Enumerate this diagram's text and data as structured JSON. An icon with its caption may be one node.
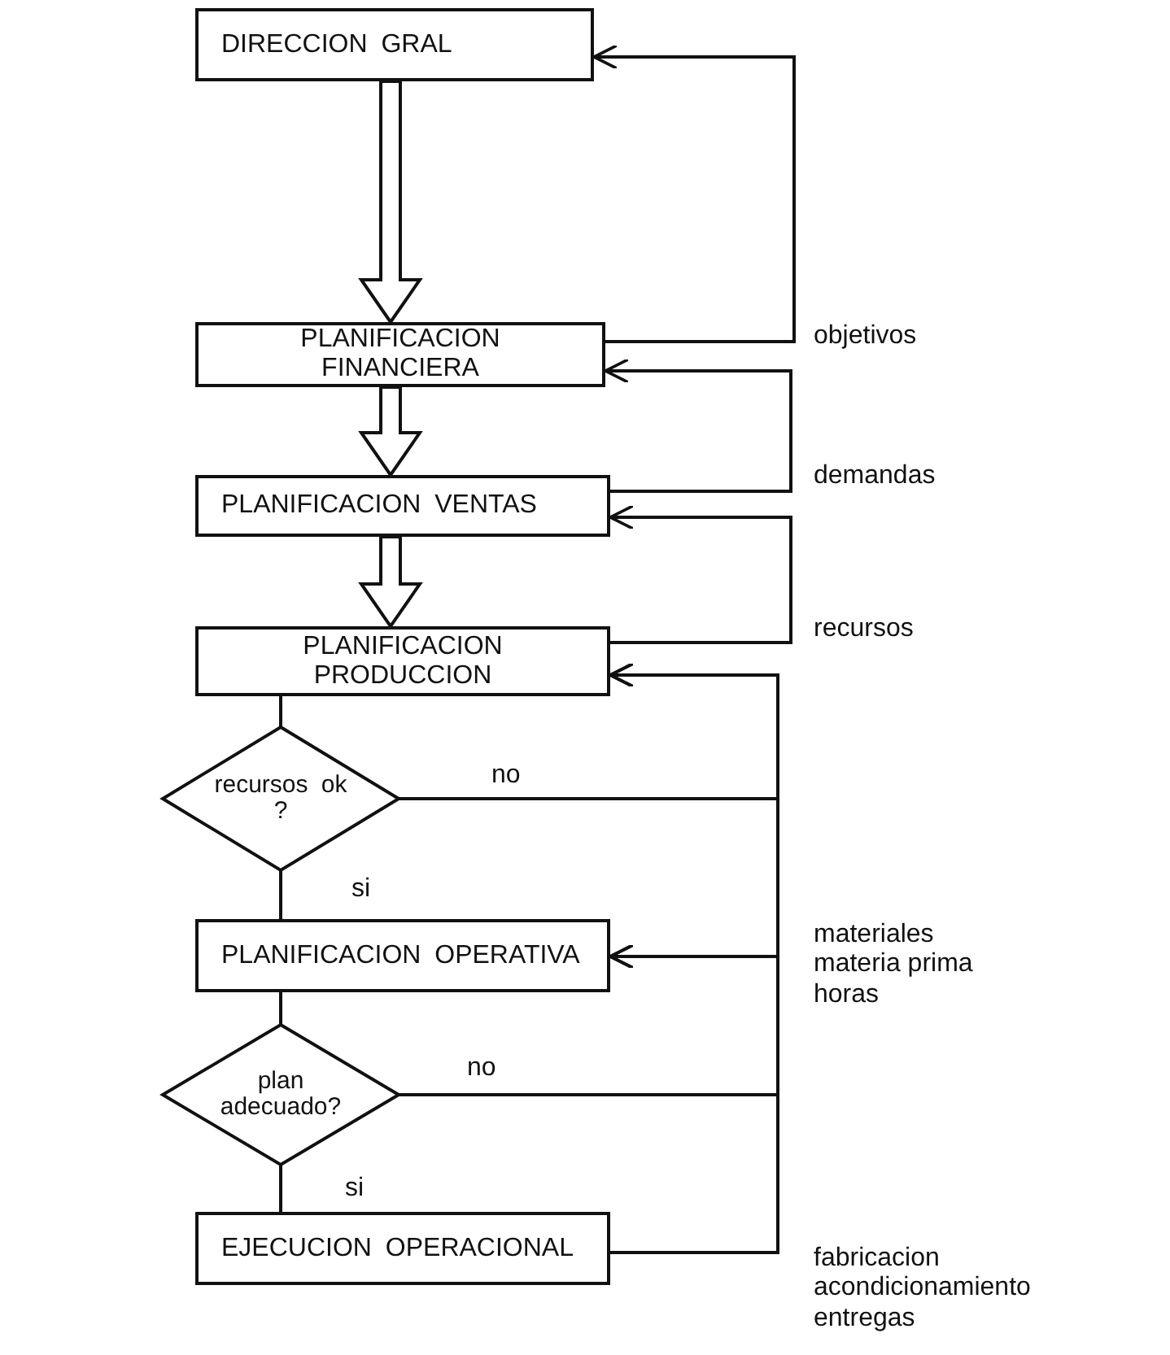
{
  "diagram": {
    "nodes": [
      {
        "text": [
          "DIRECCION GRAL"
        ]
      },
      {
        "text": [
          "PLANIFICACION FINANCIERA"
        ]
      },
      {
        "text": [
          "PLANIFICACION VENTAS"
        ]
      },
      {
        "text": [
          "PLANIFICACION PRODUCCION"
        ]
      },
      {
        "text": [
          "recursos ok ?"
        ]
      },
      {
        "text": [
          "PLANIFICACION OPERATIVA"
        ]
      },
      {
        "text": [
          "plan adecuado?"
        ]
      },
      {
        "text": [
          "EJECUCION OPERACIONAL"
        ]
      }
    ],
    "edges": [
      {
        "from": 0,
        "to": 1,
        "arrow": "to",
        "style": "thick"
      },
      {
        "from": 1,
        "to": 2,
        "arrow": "to",
        "style": "thick"
      },
      {
        "from": 2,
        "to": 3,
        "arrow": "to",
        "style": "thick"
      },
      {
        "from": 1,
        "to": 0,
        "arrow": "to"
      },
      {
        "from": 2,
        "to": 1,
        "arrow": "to"
      },
      {
        "from": 3,
        "to": 2,
        "arrow": "to"
      },
      {
        "from": 3,
        "to": 4,
        "arrow": "none"
      },
      {
        "from": 4,
        "to": 5,
        "arrow": "none",
        "label": "si"
      },
      {
        "from": 5,
        "to": 6,
        "arrow": "none"
      },
      {
        "from": 6,
        "to": 7,
        "arrow": "none",
        "label": "si"
      },
      {
        "from": 4,
        "to": 3,
        "arrow": "to",
        "label": "no"
      },
      {
        "from": 4,
        "to": 5,
        "arrow": "to"
      },
      {
        "from": 6,
        "to": 3,
        "arrow": "to"
      },
      {
        "from": 6,
        "to": 5,
        "arrow": "to",
        "label": "no"
      },
      {
        "from": 7,
        "to": 3,
        "arrow": "to"
      },
      {
        "from": 7,
        "to": 5,
        "arrow": "to"
      }
    ],
    "labels": [
      "objetivos",
      "demandas",
      "recursos",
      "materiales materia prima horas",
      "fabricacion acondicionamiento entregas"
    ]
  }
}
